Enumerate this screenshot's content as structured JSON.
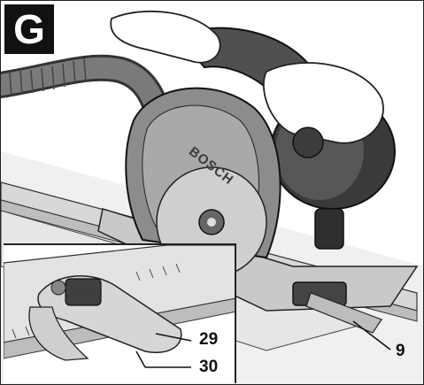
{
  "figure": {
    "badge_letter": "G",
    "brand_text": "BOSCH",
    "callouts": {
      "c9": "9",
      "c29": "29",
      "c30": "30"
    }
  }
}
